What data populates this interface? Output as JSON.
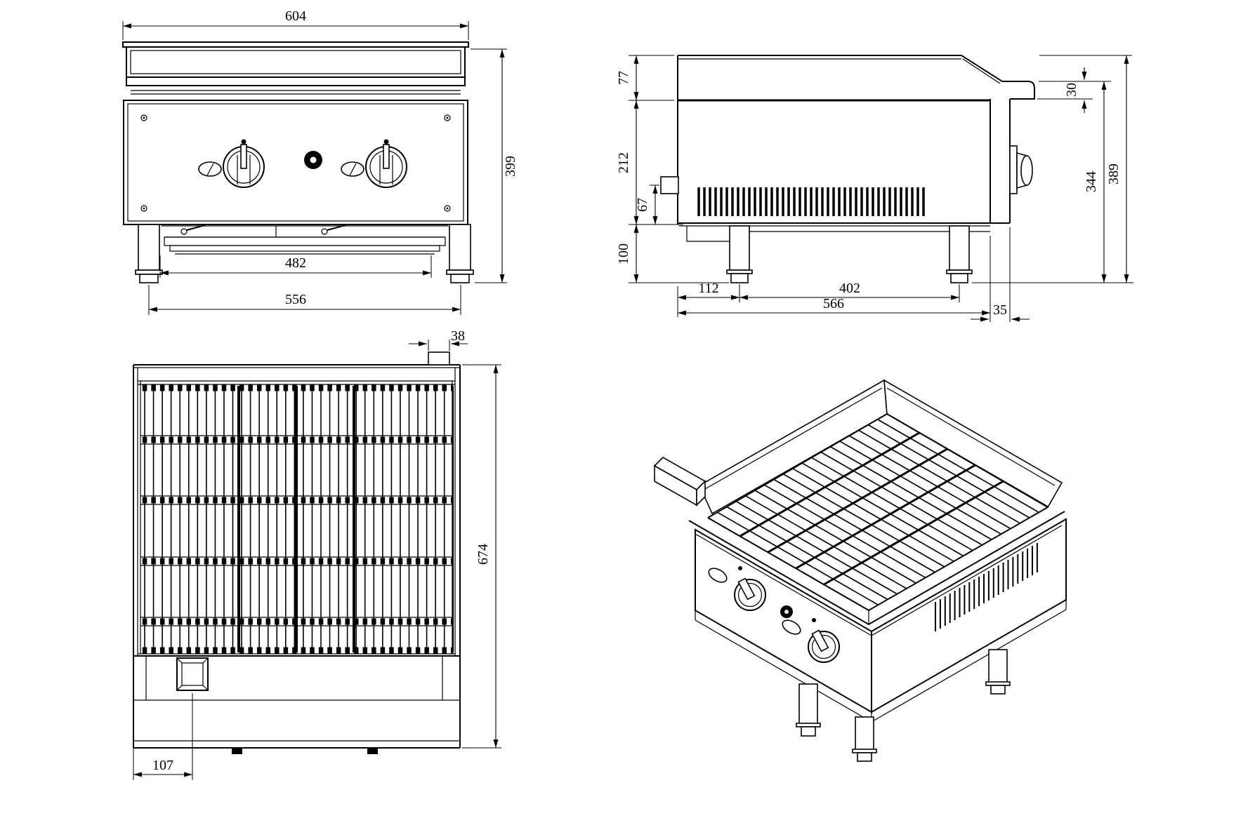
{
  "views": {
    "front": {
      "overall_width": "604",
      "overall_height": "399",
      "chamber_width": "482",
      "foot_span": "556"
    },
    "side": {
      "top_section": "77",
      "body_height": "212",
      "inlet_height": "67",
      "leg_height": "100",
      "lip_height": "30",
      "front_height": "344",
      "overall_height": "389",
      "back_to_leg": "112",
      "leg_spacing": "402",
      "overall_depth": "566",
      "front_overhang": "35"
    },
    "top": {
      "connector_width": "38",
      "overall_depth": "674",
      "drawer_offset": "107"
    }
  }
}
